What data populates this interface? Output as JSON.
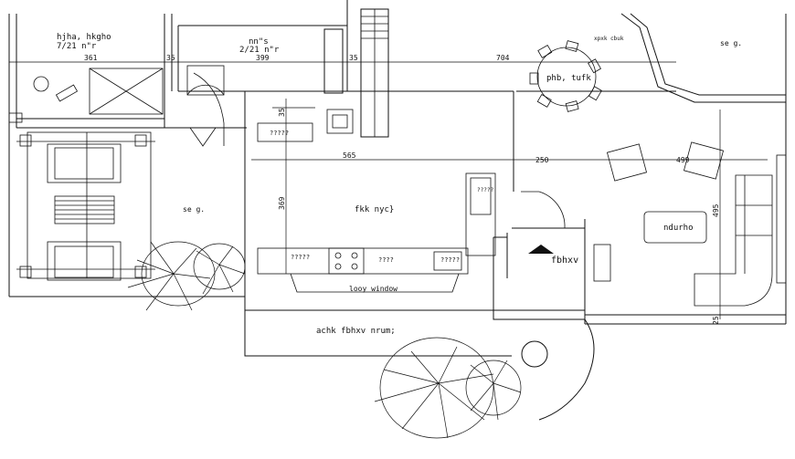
{
  "rooms": {
    "top_left_label": "hjha, hkgho",
    "top_left_size": "7/21 n\"r",
    "top_mid_label": "nn\"s",
    "top_mid_size": "2/21 n\"r",
    "dining_label": "phb, tufk",
    "top_right_annotation": "xpxk cbuk",
    "top_right_label": "se g.",
    "left_label": "se g.",
    "kitchen_label": "fkk nyc}",
    "kitchen_marks": [
      "?????",
      "?????",
      "?????",
      "????",
      "?????"
    ],
    "window_label": "looy window",
    "living_label": "ndurho",
    "entrance_label": "fbhxv",
    "bottom_label": "achk fbhxv nrum;"
  },
  "dimensions": {
    "top": [
      "361",
      "35",
      "399",
      "35",
      "704"
    ],
    "mid": [
      "565",
      "250",
      "499"
    ],
    "vertical_left_1": "35",
    "vertical_left_2": "369",
    "vertical_right_1": "495",
    "vertical_right_2": "25"
  }
}
